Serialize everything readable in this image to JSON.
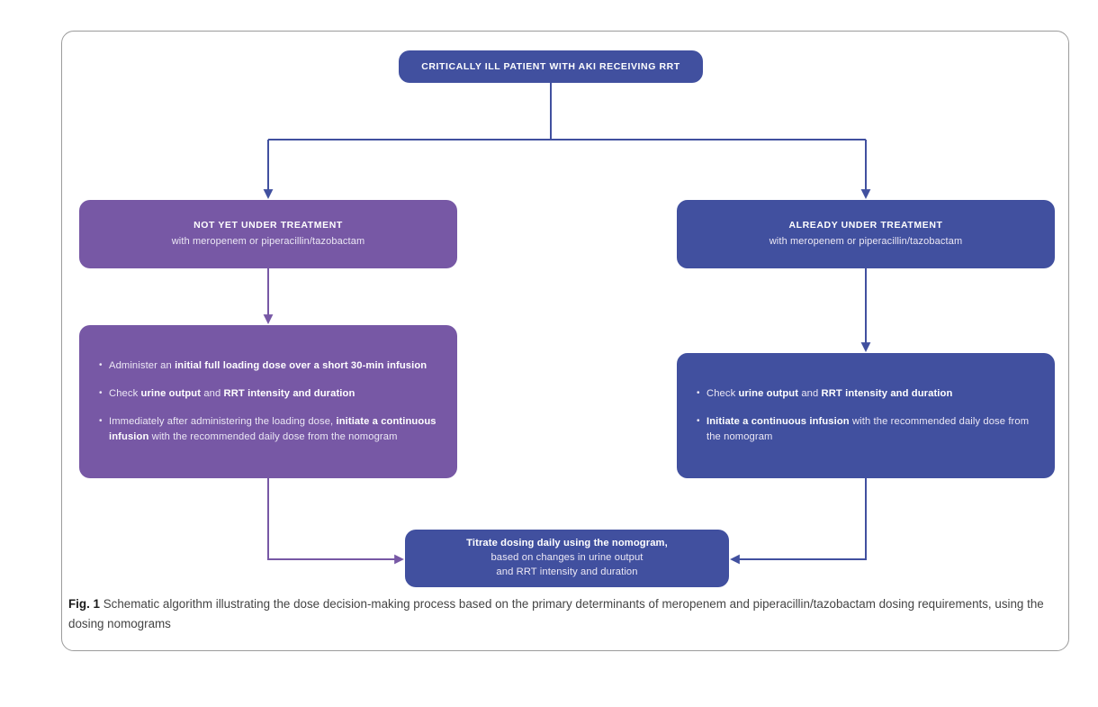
{
  "figure": {
    "caption_label": "Fig. 1",
    "caption_text": "Schematic algorithm illustrating the dose decision-making process based on the primary determinants of meropenem and piperacillin/tazobactam dosing requirements, using the dosing nomograms"
  },
  "colors": {
    "blue": "#41509f",
    "purple": "#7758a5",
    "frame_border": "#9b9b9b",
    "text_on_fill": "#ffffff",
    "caption_text": "#444444"
  },
  "flow": {
    "root": {
      "title": "CRITICALLY ILL PATIENT WITH AKI RECEIVING RRT",
      "color": "blue"
    },
    "branch_left": {
      "title": "NOT YET UNDER TREATMENT",
      "subtitle": "with meropenem or piperacillin/tazobactam",
      "color": "purple"
    },
    "branch_right": {
      "title": "ALREADY UNDER TREATMENT",
      "subtitle": "with meropenem or piperacillin/tazobactam",
      "color": "blue"
    },
    "detail_left": {
      "color": "purple",
      "bullets": [
        {
          "segments": [
            {
              "text": "Administer an ",
              "bold": false
            },
            {
              "text": "initial full loading dose over a short 30-min infusion",
              "bold": true
            }
          ]
        },
        {
          "segments": [
            {
              "text": "Check ",
              "bold": false
            },
            {
              "text": "urine output",
              "bold": true
            },
            {
              "text": " and ",
              "bold": false
            },
            {
              "text": "RRT intensity and duration",
              "bold": true
            }
          ]
        },
        {
          "segments": [
            {
              "text": "Immediately after administering the loading dose, ",
              "bold": false
            },
            {
              "text": "initiate a continuous infusion",
              "bold": true
            },
            {
              "text": " with the recommended daily dose from the nomogram",
              "bold": false
            }
          ]
        }
      ]
    },
    "detail_right": {
      "color": "blue",
      "bullets": [
        {
          "segments": [
            {
              "text": "Check ",
              "bold": false
            },
            {
              "text": "urine output",
              "bold": true
            },
            {
              "text": " and ",
              "bold": false
            },
            {
              "text": "RRT intensity and duration",
              "bold": true
            }
          ]
        },
        {
          "segments": [
            {
              "text": "Initiate a continuous infusion",
              "bold": true
            },
            {
              "text": " with the recommended daily dose from the nomogram",
              "bold": false
            }
          ]
        }
      ]
    },
    "bottom": {
      "color": "blue",
      "lines": [
        {
          "text": "Titrate dosing daily using the nomogram,",
          "bold": true
        },
        {
          "text": "based on changes in urine output",
          "bold": false
        },
        {
          "text": "and RRT intensity and duration",
          "bold": false
        }
      ]
    },
    "connectors": [
      {
        "name": "root-to-split",
        "color": "#41509f",
        "from": "root",
        "to": "split-bar"
      },
      {
        "name": "split-to-branch-left",
        "color": "#41509f",
        "from": "split-bar",
        "to": "branch_left"
      },
      {
        "name": "split-to-branch-right",
        "color": "#41509f",
        "from": "split-bar",
        "to": "branch_right"
      },
      {
        "name": "branch-left-to-detail",
        "color": "#7758a5",
        "from": "branch_left",
        "to": "detail_left"
      },
      {
        "name": "branch-right-to-detail",
        "color": "#41509f",
        "from": "branch_right",
        "to": "detail_right"
      },
      {
        "name": "detail-left-to-bottom",
        "color": "#7758a5",
        "from": "detail_left",
        "to": "bottom"
      },
      {
        "name": "detail-right-to-bottom",
        "color": "#41509f",
        "from": "detail_right",
        "to": "bottom"
      }
    ]
  }
}
